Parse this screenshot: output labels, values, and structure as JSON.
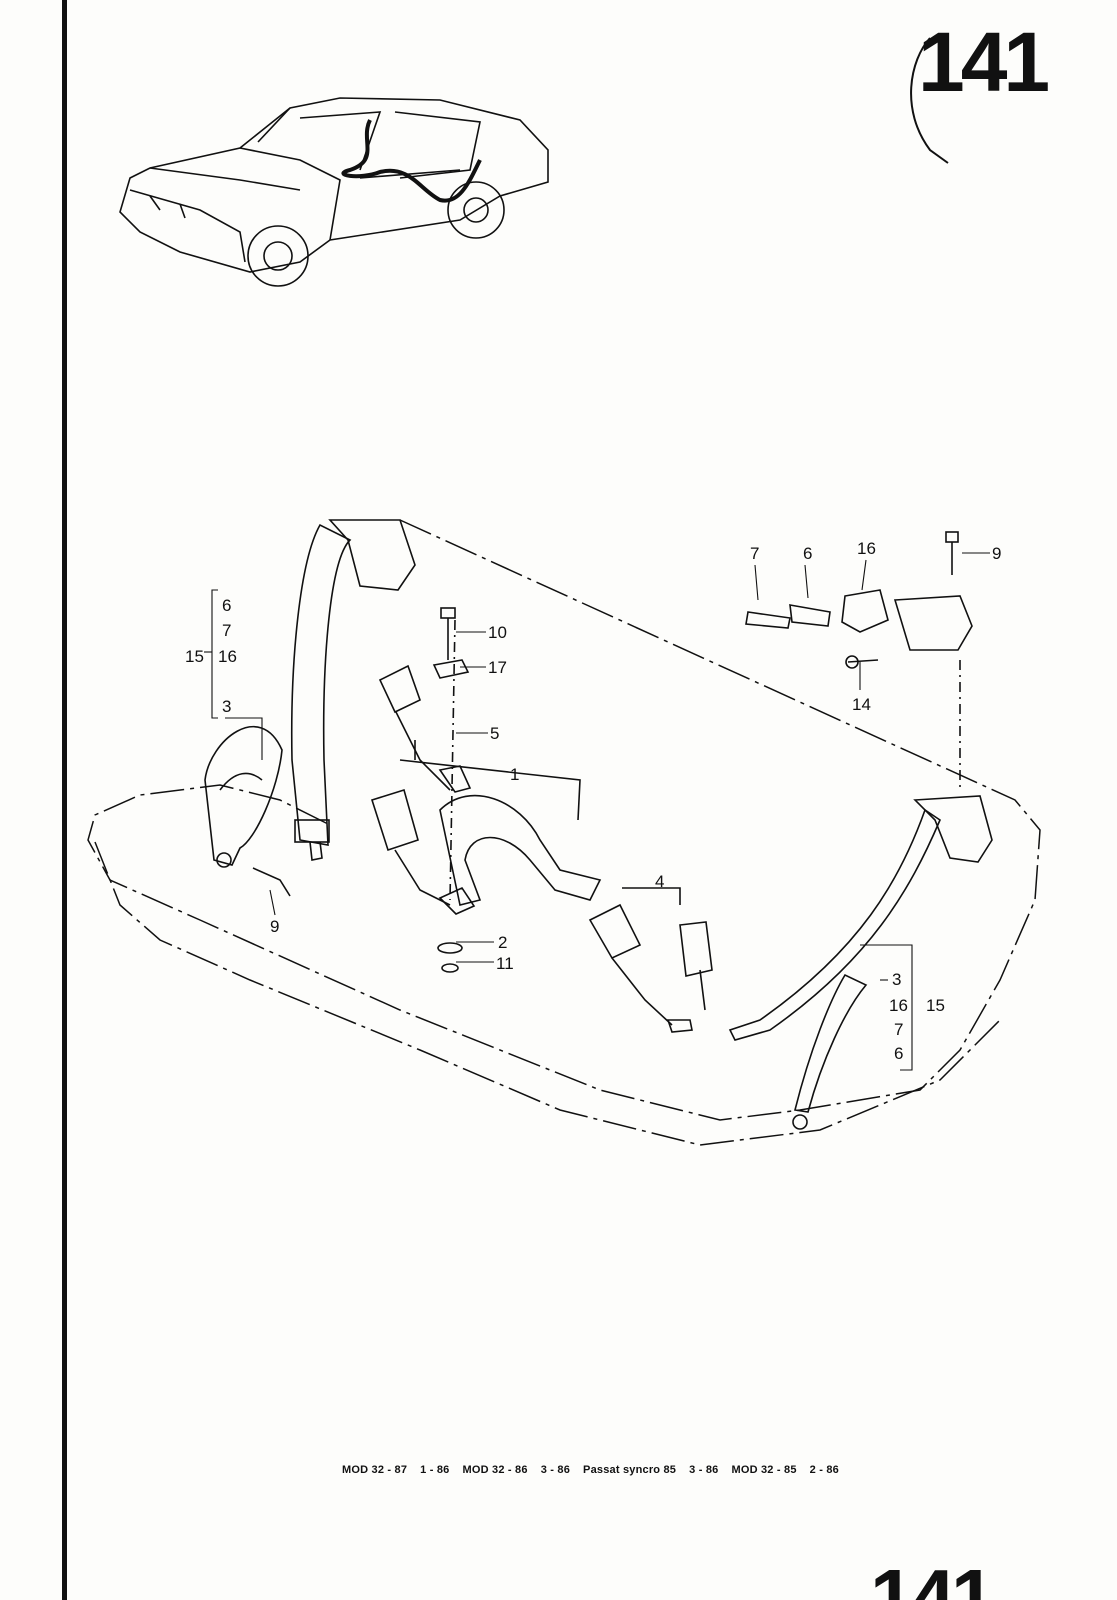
{
  "page_number": "141",
  "callouts": {
    "c1": "1",
    "c2": "2",
    "c3a": "3",
    "c3b": "3",
    "c4": "4",
    "c5": "5",
    "c6a": "6",
    "c6b": "6",
    "c6c": "6",
    "c7a": "7",
    "c7b": "7",
    "c7c": "7",
    "c9a": "9",
    "c9b": "9",
    "c10": "10",
    "c11": "11",
    "c14": "14",
    "c15a": "15",
    "c15b": "15",
    "c16a": "16",
    "c16b": "16",
    "c16c": "16",
    "c17": "17"
  },
  "footer": {
    "ref1_model": "MOD 32 - 87",
    "ref1_date": "1 - 86",
    "ref2_model": "MOD 32 - 86",
    "ref2_date": "3 - 86",
    "ref3_model": "Passat syncro 85",
    "ref3_date": "3 - 86",
    "ref4_model": "MOD 32 - 85",
    "ref4_date": "2 - 86"
  }
}
